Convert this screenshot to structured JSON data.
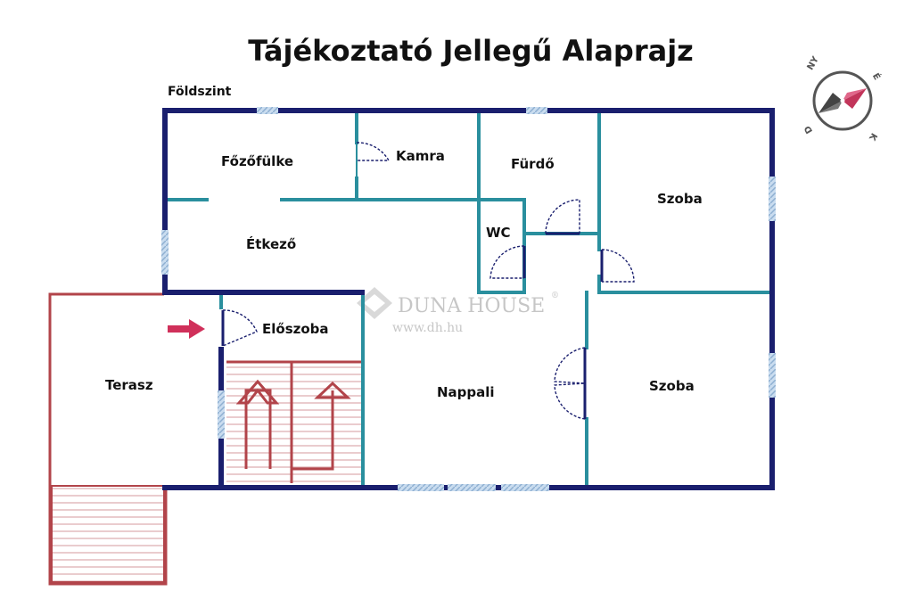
{
  "title": "Tájékoztató Jellegű Alaprajz",
  "floor_label": "Földszint",
  "rooms": {
    "fozofulke": "Főzőfülke",
    "kamra": "Kamra",
    "furdo": "Fürdő",
    "szoba1": "Szoba",
    "etkezo": "Étkező",
    "wc": "WC",
    "eloszoba": "Előszoba",
    "terasz": "Terasz",
    "nappali": "Nappali",
    "szoba2": "Szoba"
  },
  "watermark": {
    "brand": "DUNA HOUSE",
    "registered": "®",
    "url": "www.dh.hu"
  },
  "compass": {
    "n": "É",
    "e": "K",
    "s": "D",
    "w": "NY",
    "icon": "compass-icon"
  },
  "colors": {
    "outer_wall": "#1a1f6e",
    "inner_wall": "#2a8f9e",
    "terrace": "#b2444a",
    "window": "#9fbfdc",
    "entrance_arrow": "#d0305a"
  }
}
